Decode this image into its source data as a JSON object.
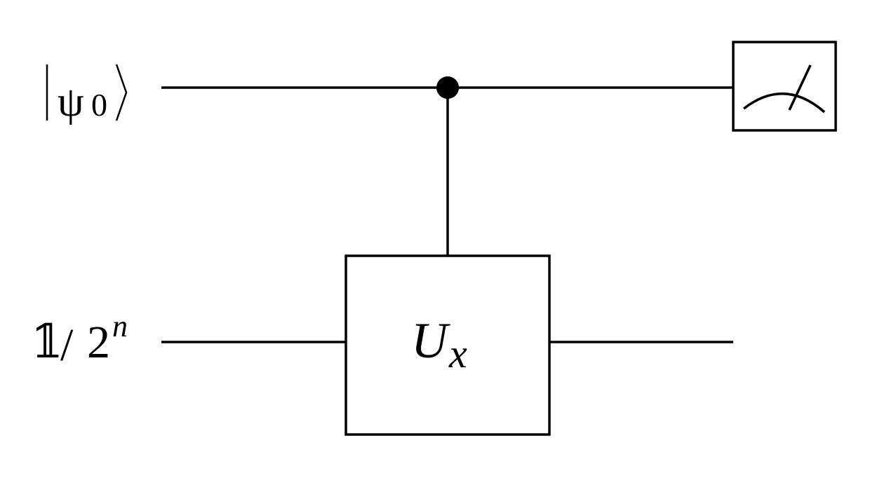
{
  "qubit_label": {
    "psi": "ψ",
    "sub": "0"
  },
  "register_label": {
    "identity": "𝟙",
    "slash": "/",
    "base": "2",
    "exponent": "n"
  },
  "gate": {
    "symbol": "U",
    "subscript": "x"
  },
  "measurement": {
    "icon": "meter-icon"
  }
}
